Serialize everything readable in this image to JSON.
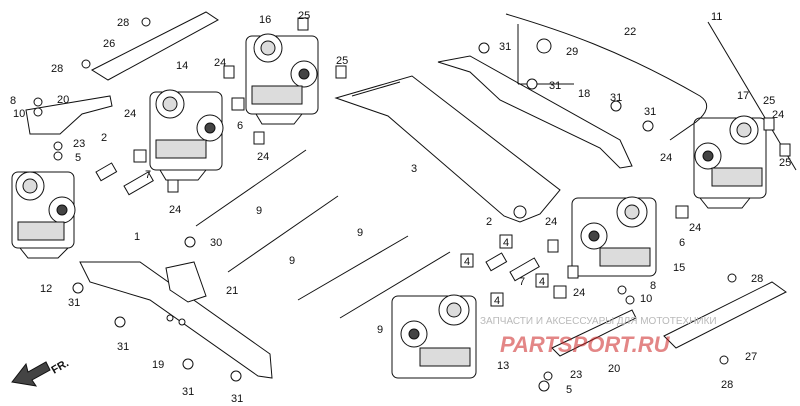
{
  "callouts": {
    "c1": "1",
    "c2a": "2",
    "c2b": "2",
    "c3": "3",
    "c4a": "4",
    "c4b": "4",
    "c4c": "4",
    "c4d": "4",
    "c5a": "5",
    "c5b": "5",
    "c6a": "6",
    "c6b": "6",
    "c7a": "7",
    "c7b": "7",
    "c8a": "8",
    "c8b": "8",
    "c9a": "9",
    "c9b": "9",
    "c9c": "9",
    "c9d": "9",
    "c10a": "10",
    "c10b": "10",
    "c11": "11",
    "c12": "12",
    "c13": "13",
    "c14": "14",
    "c15": "15",
    "c16": "16",
    "c17": "17",
    "c18": "18",
    "c19": "19",
    "c20a": "20",
    "c20b": "20",
    "c21": "21",
    "c22": "22",
    "c23a": "23",
    "c23b": "23",
    "c24a": "24",
    "c24b": "24",
    "c24c": "24",
    "c24d": "24",
    "c24e": "24",
    "c24f": "24",
    "c24g": "24",
    "c24h": "24",
    "c24i": "24",
    "c25a": "25",
    "c25b": "25",
    "c25c": "25",
    "c25d": "25",
    "c26": "26",
    "c27": "27",
    "c28a": "28",
    "c28b": "28",
    "c28c": "28",
    "c28d": "28",
    "c29": "29",
    "c30": "30",
    "c31a": "31",
    "c31b": "31",
    "c31c": "31",
    "c31d": "31",
    "c31e": "31",
    "c31f": "31",
    "c31g": "31",
    "c31h": "31"
  },
  "front_marker": "FR.",
  "watermark_text": "ЗАПЧАСТИ И АКСЕССУАРЫ ДЛЯ МОТОТЕХНИКИ",
  "watermark_logo": "PARTSPORT.RU",
  "colors": {
    "line": "#111111",
    "background": "#ffffff",
    "watermark_logo": "#cc2222"
  }
}
